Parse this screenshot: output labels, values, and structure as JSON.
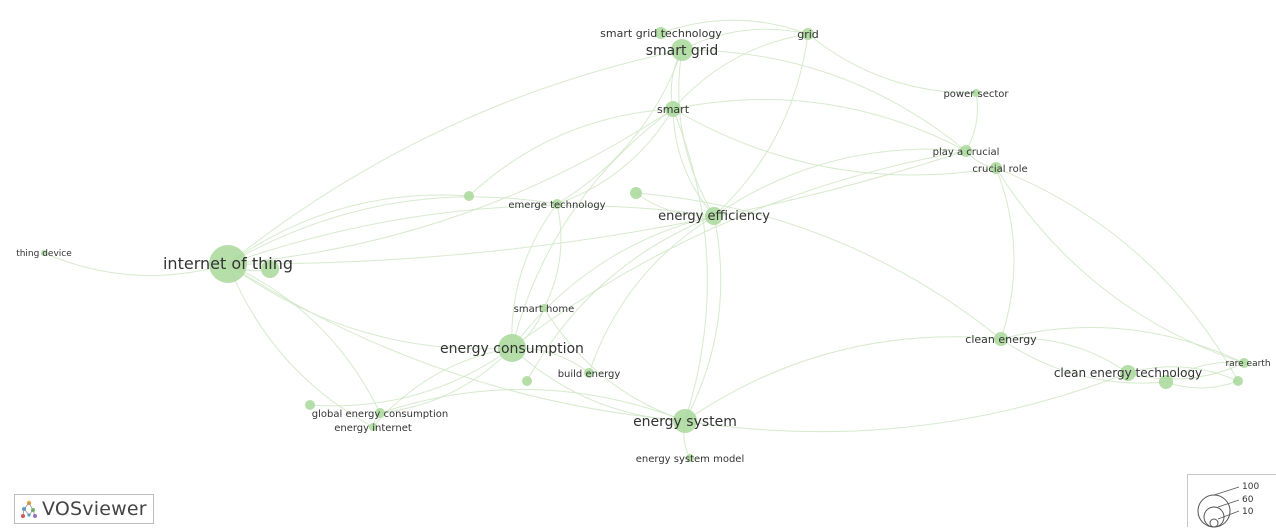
{
  "app": {
    "logo_text": "VOSviewer"
  },
  "legend": {
    "sizes": [
      "100",
      "60",
      "10"
    ]
  },
  "colors": {
    "node": "#a8d89a",
    "edge": "#cfe6c6",
    "label": "#333333"
  },
  "nodes": [
    {
      "id": "smart_grid_technology",
      "label": "smart grid technology"
    },
    {
      "id": "smart_grid",
      "label": "smart grid"
    },
    {
      "id": "grid",
      "label": "grid"
    },
    {
      "id": "power_sector",
      "label": "power sector"
    },
    {
      "id": "smart",
      "label": "smart"
    },
    {
      "id": "play_a_crucial",
      "label": "play a crucial"
    },
    {
      "id": "crucial_role",
      "label": "crucial role"
    },
    {
      "id": "emerge_technology",
      "label": "emerge technology"
    },
    {
      "id": "energy_efficiency",
      "label": "energy efficiency"
    },
    {
      "id": "thing_device",
      "label": "thing device"
    },
    {
      "id": "internet_of_thing",
      "label": "internet of thing"
    },
    {
      "id": "smart_home",
      "label": "smart home"
    },
    {
      "id": "energy_consumption",
      "label": "energy consumption"
    },
    {
      "id": "build_energy",
      "label": "build energy"
    },
    {
      "id": "clean_energy",
      "label": "clean energy"
    },
    {
      "id": "clean_energy_technology",
      "label": "clean energy technology"
    },
    {
      "id": "rare_earth",
      "label": "rare earth"
    },
    {
      "id": "global_energy_consumption",
      "label": "global energy consumption"
    },
    {
      "id": "energy_internet",
      "label": "energy internet"
    },
    {
      "id": "energy_system",
      "label": "energy system"
    },
    {
      "id": "energy_system_model",
      "label": "energy system model"
    },
    {
      "id": "u1",
      "label": ""
    },
    {
      "id": "u2",
      "label": ""
    },
    {
      "id": "u3",
      "label": ""
    },
    {
      "id": "u4",
      "label": ""
    },
    {
      "id": "u5",
      "label": ""
    },
    {
      "id": "u6",
      "label": ""
    },
    {
      "id": "u7",
      "label": ""
    }
  ],
  "edges": [
    [
      "smart_grid",
      "grid"
    ],
    [
      "smart_grid",
      "smart"
    ],
    [
      "smart_grid_technology",
      "grid"
    ],
    [
      "smart_grid",
      "energy_efficiency"
    ],
    [
      "smart_grid",
      "emerge_technology"
    ],
    [
      "smart_grid",
      "internet_of_thing"
    ],
    [
      "smart_grid",
      "play_a_crucial"
    ],
    [
      "grid",
      "power_sector"
    ],
    [
      "grid",
      "energy_efficiency"
    ],
    [
      "grid",
      "smart"
    ],
    [
      "smart",
      "internet_of_thing"
    ],
    [
      "smart",
      "energy_efficiency"
    ],
    [
      "smart",
      "energy_system"
    ],
    [
      "smart",
      "energy_consumption"
    ],
    [
      "smart",
      "play_a_crucial"
    ],
    [
      "smart",
      "crucial_role"
    ],
    [
      "smart",
      "emerge_technology"
    ],
    [
      "smart",
      "u1"
    ],
    [
      "power_sector",
      "play_a_crucial"
    ],
    [
      "play_a_crucial",
      "crucial_role"
    ],
    [
      "crucial_role",
      "clean_energy"
    ],
    [
      "crucial_role",
      "rare_earth"
    ],
    [
      "crucial_role",
      "u6"
    ],
    [
      "play_a_crucial",
      "energy_efficiency"
    ],
    [
      "play_a_crucial",
      "internet_of_thing"
    ],
    [
      "play_a_crucial",
      "energy_consumption"
    ],
    [
      "internet_of_thing",
      "thing_device"
    ],
    [
      "internet_of_thing",
      "u7"
    ],
    [
      "internet_of_thing",
      "global_energy_consumption"
    ],
    [
      "internet_of_thing",
      "energy_internet"
    ],
    [
      "internet_of_thing",
      "energy_efficiency"
    ],
    [
      "internet_of_thing",
      "energy_consumption"
    ],
    [
      "internet_of_thing",
      "u1"
    ],
    [
      "internet_of_thing",
      "energy_system"
    ],
    [
      "internet_of_thing",
      "emerge_technology"
    ],
    [
      "emerge_technology",
      "energy_consumption"
    ],
    [
      "emerge_technology",
      "smart_home"
    ],
    [
      "energy_efficiency",
      "energy_consumption"
    ],
    [
      "energy_efficiency",
      "energy_system"
    ],
    [
      "energy_efficiency",
      "build_energy"
    ],
    [
      "energy_efficiency",
      "u2"
    ],
    [
      "energy_efficiency",
      "u3"
    ],
    [
      "u2",
      "clean_energy"
    ],
    [
      "energy_consumption",
      "smart_home"
    ],
    [
      "energy_consumption",
      "build_energy"
    ],
    [
      "energy_consumption",
      "energy_system"
    ],
    [
      "energy_consumption",
      "global_energy_consumption"
    ],
    [
      "energy_consumption",
      "energy_internet"
    ],
    [
      "energy_consumption",
      "u4"
    ],
    [
      "energy_system",
      "energy_system_model"
    ],
    [
      "energy_system",
      "clean_energy"
    ],
    [
      "energy_system",
      "clean_energy_technology"
    ],
    [
      "energy_system",
      "smart_home"
    ],
    [
      "energy_system",
      "global_energy_consumption"
    ],
    [
      "clean_energy",
      "clean_energy_technology"
    ],
    [
      "clean_energy",
      "u5"
    ],
    [
      "clean_energy",
      "rare_earth"
    ],
    [
      "clean_energy_technology",
      "rare_earth"
    ],
    [
      "clean_energy_technology",
      "u6"
    ],
    [
      "u5",
      "u6"
    ],
    [
      "u5",
      "rare_earth"
    ],
    [
      "global_energy_consumption",
      "energy_internet"
    ]
  ]
}
